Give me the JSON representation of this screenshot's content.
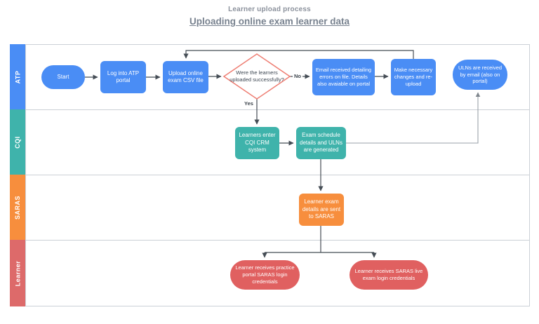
{
  "header": {
    "title": "Learner upload process",
    "subtitle": "Uploading online exam learner data"
  },
  "lanes": [
    {
      "label": "ATP",
      "color": "#4a8df5"
    },
    {
      "label": "CQI",
      "color": "#3fb3ab"
    },
    {
      "label": "SARAS",
      "color": "#f78e3d"
    },
    {
      "label": "Learner",
      "color": "#dd6a6a"
    }
  ],
  "nodes": {
    "start": {
      "label": "Start",
      "type": "terminator",
      "lane": "ATP"
    },
    "login": {
      "label": "Log into ATP portal",
      "type": "process",
      "lane": "ATP"
    },
    "upload": {
      "label": "Upload online exam CSV file",
      "type": "process",
      "lane": "ATP"
    },
    "decision": {
      "label": "Were the learners uploaded successfully?",
      "type": "decision",
      "lane": "ATP"
    },
    "email": {
      "label": "Email received detailing errors on file.  Details also avaiable on portal",
      "type": "process",
      "lane": "ATP"
    },
    "changes": {
      "label": "Make necessary changes and re-upload",
      "type": "process",
      "lane": "ATP"
    },
    "uln": {
      "label": "ULNs are received by email (also on portal)",
      "type": "terminator",
      "lane": "ATP"
    },
    "crm": {
      "label": "Learners enter CQI CRM system",
      "type": "process",
      "lane": "CQI"
    },
    "schedule": {
      "label": "Exam schedule details and ULNs are generated",
      "type": "process",
      "lane": "CQI"
    },
    "saras": {
      "label": "Learner exam details are sent to SARAS",
      "type": "process",
      "lane": "SARAS"
    },
    "practice": {
      "label": "Learner receives practice portal SARAS login credentials",
      "type": "terminator",
      "lane": "Learner"
    },
    "live": {
      "label": "Learner receives SARAS live exam  login credentials",
      "type": "terminator",
      "lane": "Learner"
    }
  },
  "edge_labels": {
    "no": "No",
    "yes": "Yes"
  },
  "colors": {
    "node_blue": "#4a8df5",
    "node_teal": "#3fb3ab",
    "node_orange": "#f78e3d",
    "node_salmon": "#e06060",
    "decision_border": "#ee7d72",
    "connector": "#454d55",
    "connector_light": "#9aa1a8",
    "lane_border": "#cbd0d6",
    "title_text": "#8b919c",
    "subtitle_text": "#78828f"
  }
}
